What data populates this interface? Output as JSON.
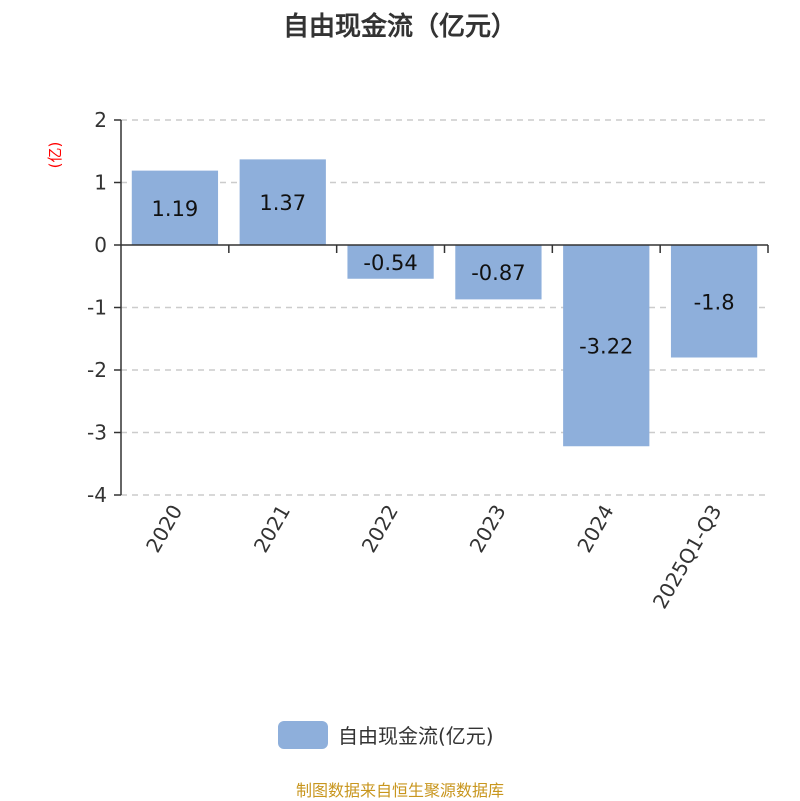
{
  "chart_data": {
    "type": "bar",
    "title": "自由现金流（亿元）",
    "ylabel": "(亿)",
    "xlabel": "",
    "categories": [
      "2020",
      "2021",
      "2022",
      "2023",
      "2024",
      "2025Q1-Q3"
    ],
    "series": [
      {
        "name": "自由现金流(亿元)",
        "values": [
          1.19,
          1.37,
          -0.54,
          -0.87,
          -3.22,
          -1.8
        ]
      }
    ],
    "data_labels": [
      "1.19",
      "1.37",
      "-0.54",
      "-0.87",
      "-3.22",
      "-1.8"
    ],
    "ylim": [
      -4,
      2
    ],
    "yticks": [
      2,
      1,
      0,
      -1,
      -2,
      -3,
      -4
    ],
    "grid": true,
    "legend_position": "bottom",
    "bar_color": "#8eafdb",
    "ylabel_color": "#ff0000"
  },
  "footer": "制图数据来自恒生聚源数据库"
}
